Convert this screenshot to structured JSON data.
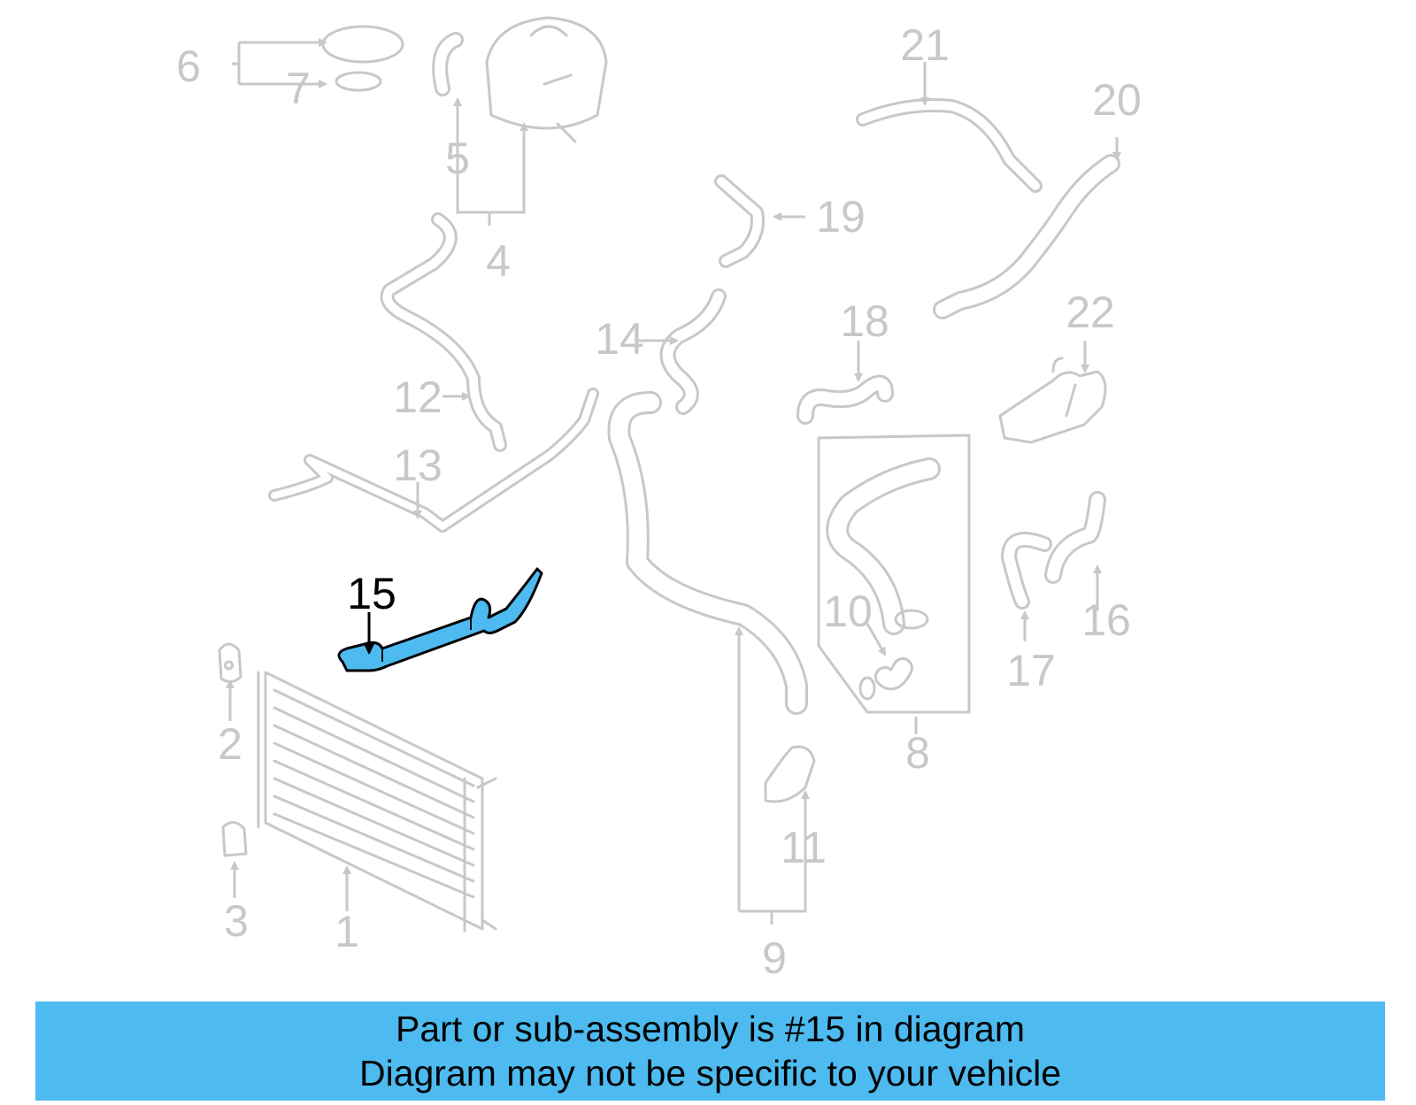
{
  "diagram": {
    "highlight_color": "#4dbbf0",
    "highlighted_part": "15",
    "labels": {
      "p1": "1",
      "p2": "2",
      "p3": "3",
      "p4": "4",
      "p5": "5",
      "p6": "6",
      "p7": "7",
      "p8": "8",
      "p9": "9",
      "p10": "10",
      "p11": "11",
      "p12": "12",
      "p13": "13",
      "p14": "14",
      "p15": "15",
      "p16": "16",
      "p17": "17",
      "p18": "18",
      "p19": "19",
      "p20": "20",
      "p21": "21",
      "p22": "22"
    }
  },
  "banner": {
    "line1": "Part or sub-assembly is #15 in diagram",
    "line2": "Diagram may not be specific to your vehicle",
    "color": "#4dbbf0"
  }
}
